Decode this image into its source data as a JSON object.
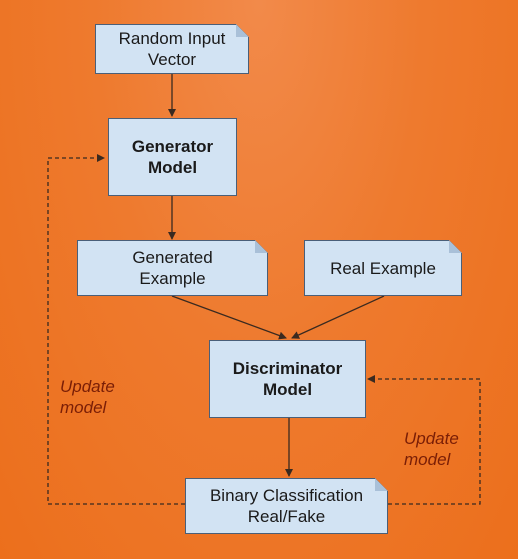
{
  "diagram": {
    "nodes": {
      "random_input": "Random Input\nVector",
      "generator": "Generator\nModel",
      "generated_example": "Generated\nExample",
      "real_example": "Real Example",
      "discriminator": "Discriminator\nModel",
      "binary_classification": "Binary Classification\nReal/Fake"
    },
    "edge_labels": {
      "update_generator": "Update\nmodel",
      "update_discriminator": "Update\nmodel"
    },
    "colors": {
      "background": "#ee7a2e",
      "node_fill": "#d2e3f3",
      "node_border": "#4a5f78",
      "edge": "#3a2a20",
      "edge_label": "#7a1e06"
    }
  }
}
